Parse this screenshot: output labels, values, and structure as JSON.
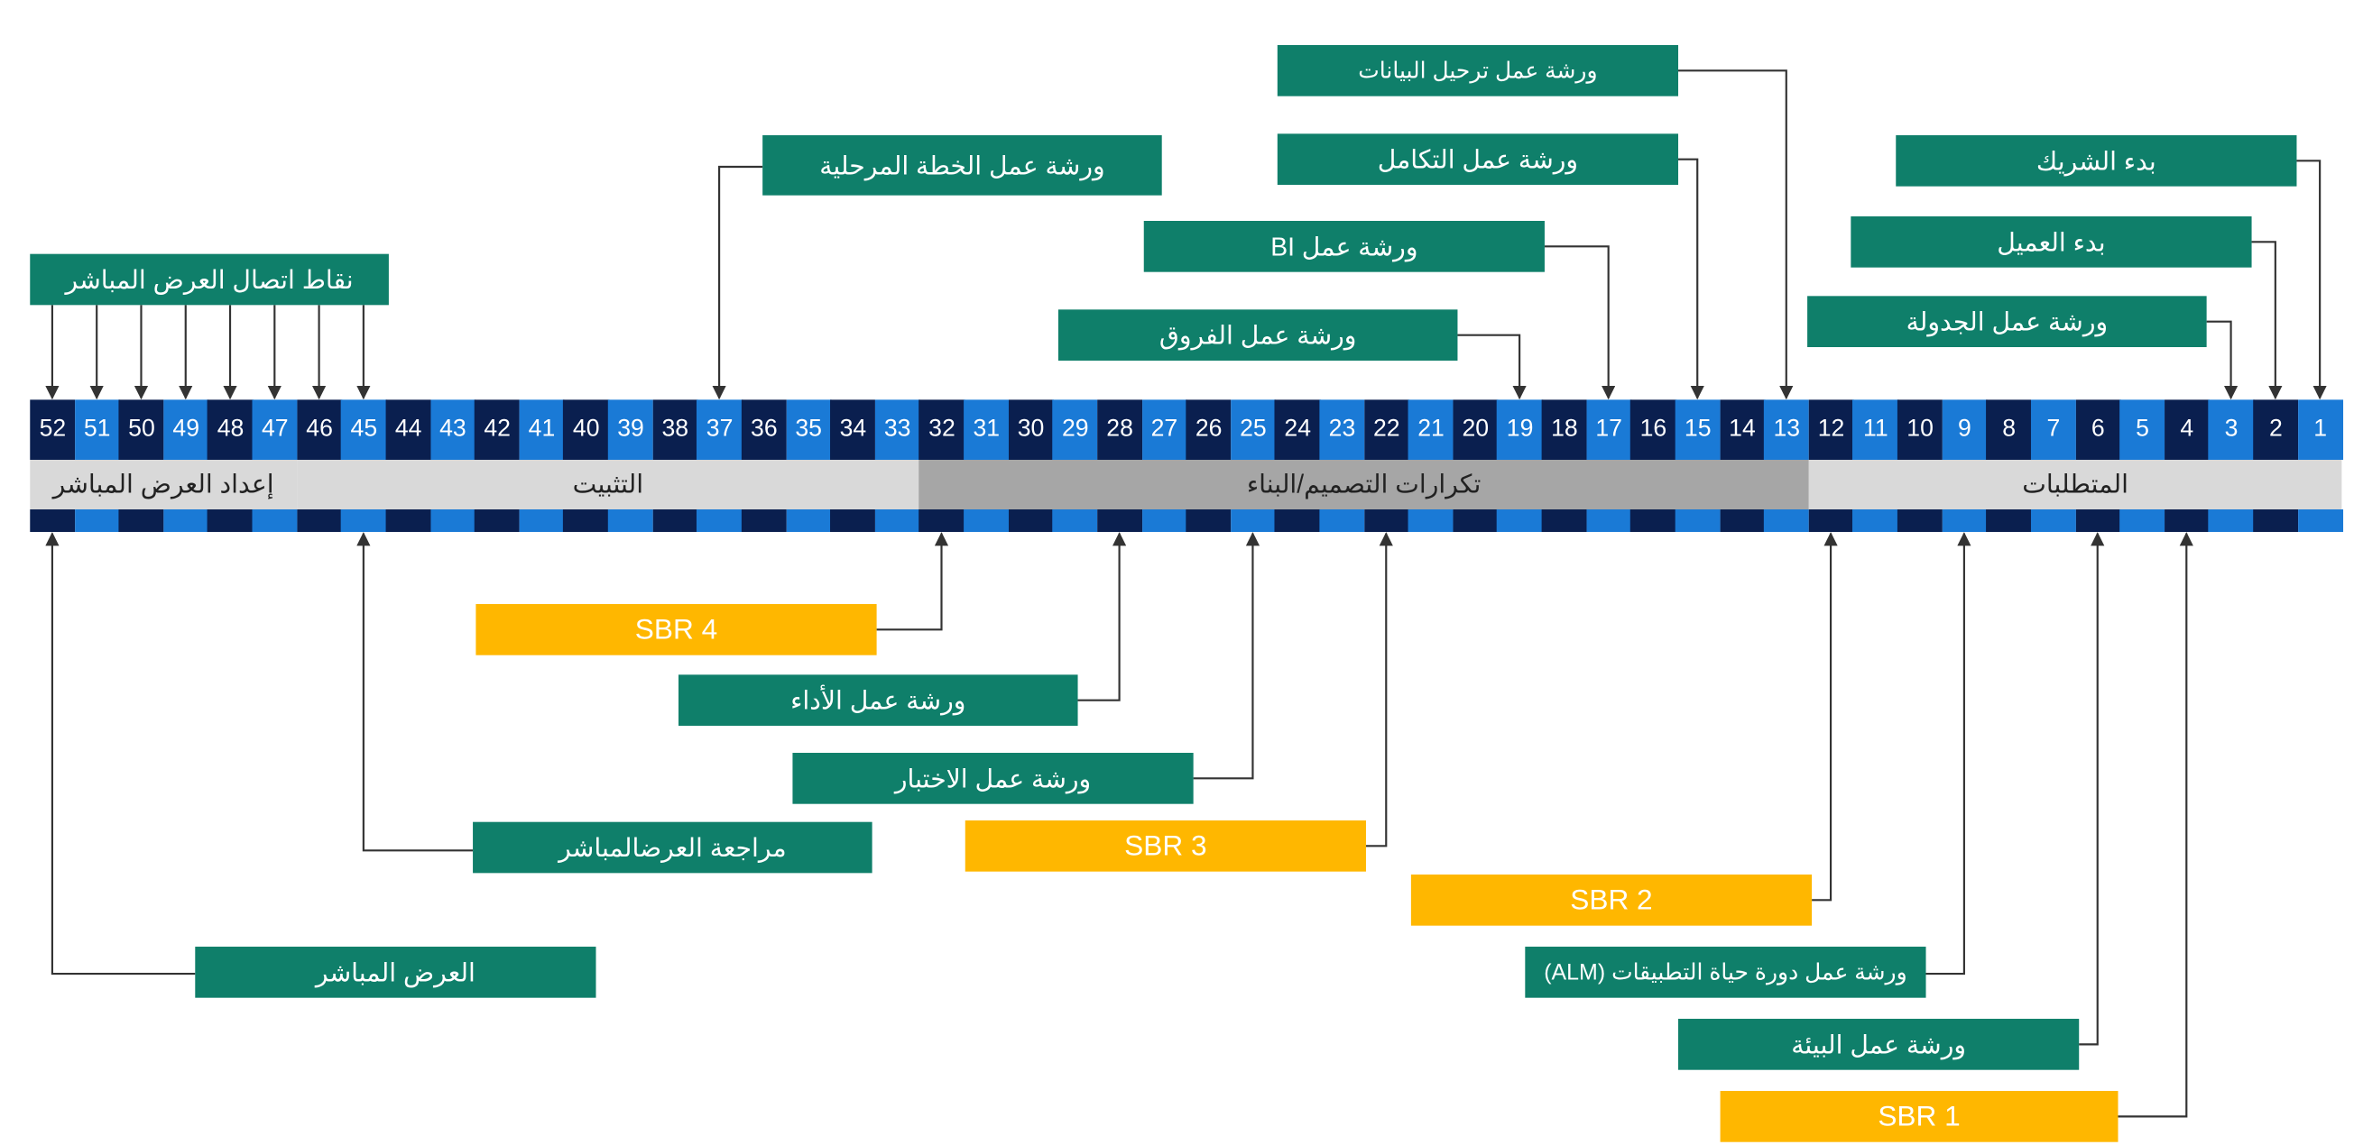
{
  "weeks": [
    "52",
    "51",
    "50",
    "49",
    "48",
    "47",
    "46",
    "45",
    "44",
    "43",
    "42",
    "41",
    "40",
    "39",
    "38",
    "37",
    "36",
    "35",
    "34",
    "33",
    "32",
    "31",
    "30",
    "29",
    "28",
    "27",
    "26",
    "25",
    "24",
    "23",
    "22",
    "21",
    "20",
    "19",
    "18",
    "17",
    "16",
    "15",
    "14",
    "13",
    "12",
    "11",
    "10",
    "9",
    "8",
    "7",
    "6",
    "5",
    "4",
    "3",
    "2",
    "1"
  ],
  "phases": [
    {
      "label": "إعداد العرض المباشر",
      "weeks_from": 52,
      "weeks_to": 47,
      "shade": "light"
    },
    {
      "label": "التثبيت",
      "weeks_from": 46,
      "weeks_to": 33,
      "shade": "light"
    },
    {
      "label": "تكرارات التصميم/البناء",
      "weeks_from": 32,
      "weeks_to": 13,
      "shade": "dark"
    },
    {
      "label": "المتطلبات",
      "weeks_from": 12,
      "weeks_to": 1,
      "shade": "light"
    }
  ],
  "top_milestones": {
    "data_migration": {
      "label": "ورشة عمل ترحيل البيانات",
      "week": 13
    },
    "integration": {
      "label": "ورشة عمل التكامل",
      "week": 15
    },
    "bi": {
      "label": "ورشة عمل BI",
      "week": 17
    },
    "gaps": {
      "label": "ورشة عمل الفروق",
      "week": 19
    },
    "phased_plan": {
      "label": "ورشة عمل الخطة المرحلية",
      "week": 37
    },
    "go_live_touchpoints": {
      "label": "نقاط اتصال العرض المباشر",
      "weeks": [
        52,
        51,
        50,
        49,
        48,
        47,
        46,
        45
      ]
    },
    "partner_start": {
      "label": "بدء الشريك",
      "week": 1
    },
    "customer_start": {
      "label": "بدء العميل",
      "week": 2
    },
    "scheduling": {
      "label": "ورشة عمل الجدولة",
      "week": 3
    }
  },
  "bottom_milestones": {
    "sbr4": {
      "label": "SBR 4",
      "week": 32
    },
    "performance": {
      "label": "ورشة عمل الأداء",
      "week": 28
    },
    "testing": {
      "label": "ورشة عمل الاختبار",
      "week": 25
    },
    "sbr3": {
      "label": "SBR 3",
      "week": 22
    },
    "go_live_review": {
      "label": "مراجعة العرضالمباشر",
      "week": 45
    },
    "go_live": {
      "label": "العرض المباشر",
      "week": 52
    },
    "sbr2": {
      "label": "SBR 2",
      "week": 12
    },
    "alm": {
      "label": "ورشة عمل دورة حياة التطبيقات (ALM)",
      "week": 9
    },
    "environment": {
      "label": "ورشة عمل البيئة",
      "week": 6
    },
    "sbr1": {
      "label": "SBR 1",
      "week": 4
    }
  },
  "colors": {
    "week_dark": "#0a1f4f",
    "week_light": "#1a7ad6",
    "milestone_green": "#0f7f6a",
    "milestone_yellow": "#ffb700",
    "phase_light": "#d9d9d9",
    "phase_dark": "#a6a6a6",
    "connector": "#333333"
  }
}
